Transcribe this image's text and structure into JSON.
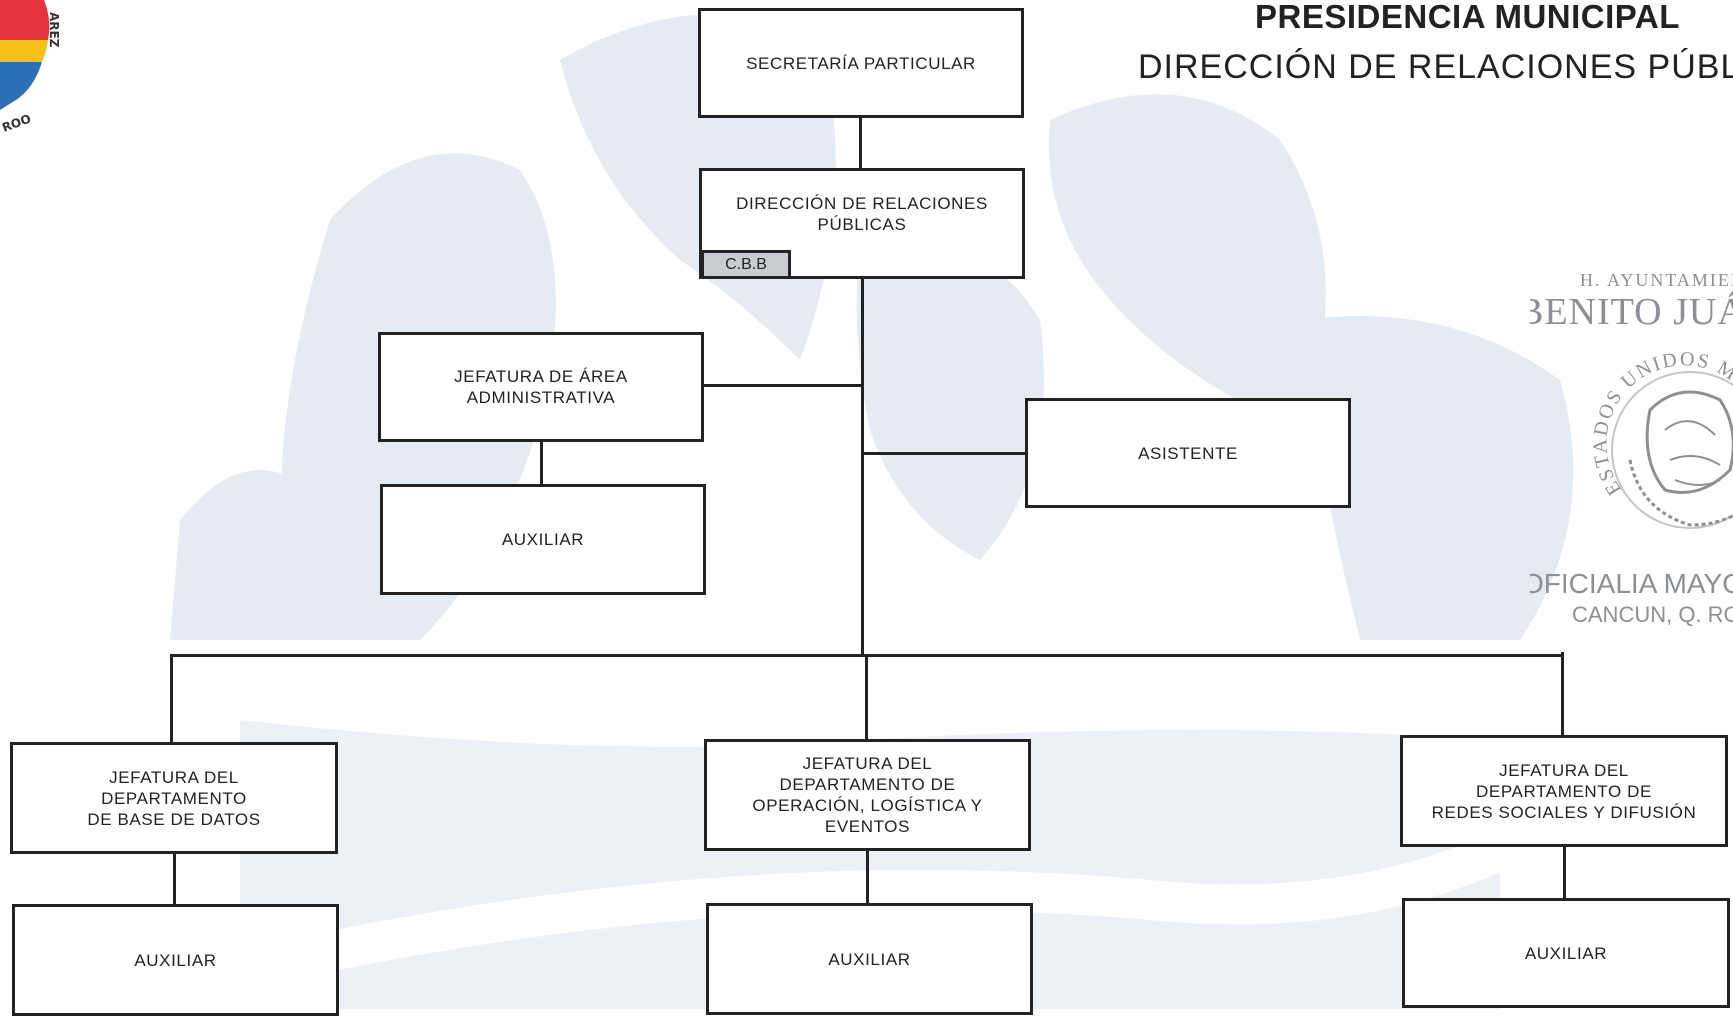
{
  "header": {
    "title": "PRESIDENCIA MUNICIPAL",
    "subtitle": "DIRECCIÓN DE RELACIONES PÚBLICAS"
  },
  "logo": {
    "fragment_text_1": "AREZ",
    "fragment_text_2": "ROO",
    "colors": [
      "#e5333f",
      "#f6c21a",
      "#2a6fb8"
    ]
  },
  "seal": {
    "line1": "H. AYUNTAMIENTO",
    "line2": "BENITO JUÁREZ",
    "arc_text": "ESTADOS UNIDOS MEXICANOS",
    "line3": "OFICIALIA MAYOR",
    "line4": "CANCUN, Q. ROO",
    "color": "#8c9095"
  },
  "org": {
    "secretaria": "SECRETARÍA PARTICULAR",
    "direccion": "DIRECCIÓN DE RELACIONES\nPÚBLICAS",
    "cbb": "C.B.B",
    "jefatura_admin": "JEFATURA DE ÁREA\nADMINISTRATIVA",
    "auxiliar_admin": "AUXILIAR",
    "asistente": "ASISTENTE",
    "jefatura_bd": "JEFATURA DEL\nDEPARTAMENTO\nDE BASE DE DATOS",
    "jefatura_ople": "JEFATURA DEL\nDEPARTAMENTO DE\nOPERACIÓN, LOGÍSTICA Y\nEVENTOS",
    "jefatura_redes": "JEFATURA DEL\nDEPARTAMENTO DE\nREDES SOCIALES Y DIFUSIÓN",
    "auxiliar_bd": "AUXILIAR",
    "auxiliar_ople": "AUXILIAR",
    "auxiliar_redes": "AUXILIAR"
  },
  "colors": {
    "line": "#222222",
    "badge_bg": "#c9cdd1",
    "watermark": "#e6ebf2"
  }
}
